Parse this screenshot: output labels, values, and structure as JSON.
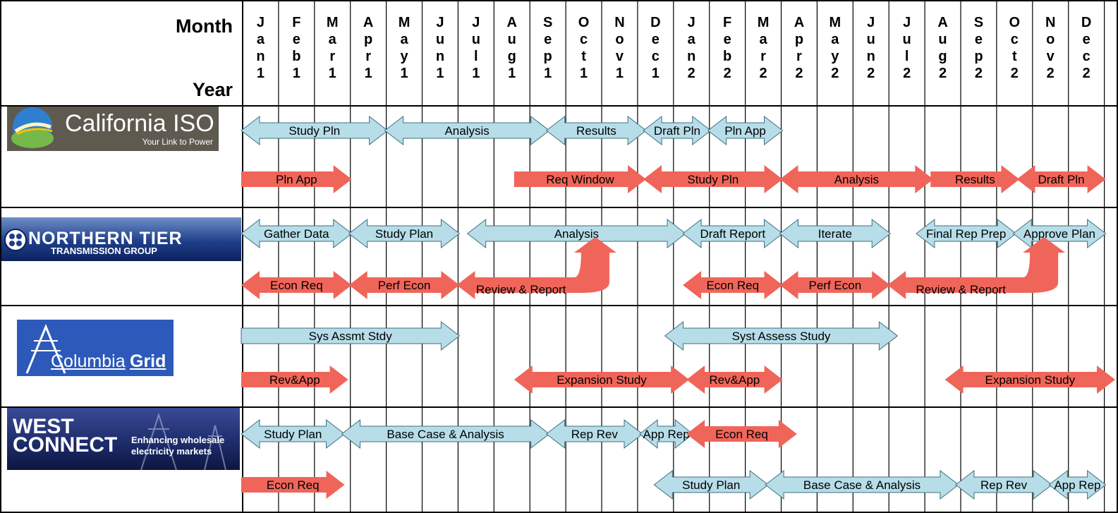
{
  "header": {
    "month_label": "Month",
    "year_label": "Year",
    "months": [
      {
        "letters": [
          "J",
          "a",
          "n"
        ],
        "year": "1"
      },
      {
        "letters": [
          "F",
          "e",
          "b"
        ],
        "year": "1"
      },
      {
        "letters": [
          "M",
          "a",
          "r"
        ],
        "year": "1"
      },
      {
        "letters": [
          "A",
          "p",
          "r"
        ],
        "year": "1"
      },
      {
        "letters": [
          "M",
          "a",
          "y"
        ],
        "year": "1"
      },
      {
        "letters": [
          "J",
          "u",
          "n"
        ],
        "year": "1"
      },
      {
        "letters": [
          "J",
          "u",
          "l"
        ],
        "year": "1"
      },
      {
        "letters": [
          "A",
          "u",
          "g"
        ],
        "year": "1"
      },
      {
        "letters": [
          "S",
          "e",
          "p"
        ],
        "year": "1"
      },
      {
        "letters": [
          "O",
          "c",
          "t"
        ],
        "year": "1"
      },
      {
        "letters": [
          "N",
          "o",
          "v"
        ],
        "year": "1"
      },
      {
        "letters": [
          "D",
          "e",
          "c"
        ],
        "year": "1"
      },
      {
        "letters": [
          "J",
          "a",
          "n"
        ],
        "year": "2"
      },
      {
        "letters": [
          "F",
          "e",
          "b"
        ],
        "year": "2"
      },
      {
        "letters": [
          "M",
          "a",
          "r"
        ],
        "year": "2"
      },
      {
        "letters": [
          "A",
          "p",
          "r"
        ],
        "year": "2"
      },
      {
        "letters": [
          "M",
          "a",
          "y"
        ],
        "year": "2"
      },
      {
        "letters": [
          "J",
          "u",
          "n"
        ],
        "year": "2"
      },
      {
        "letters": [
          "J",
          "u",
          "l"
        ],
        "year": "2"
      },
      {
        "letters": [
          "A",
          "u",
          "g"
        ],
        "year": "2"
      },
      {
        "letters": [
          "S",
          "e",
          "p"
        ],
        "year": "2"
      },
      {
        "letters": [
          "O",
          "c",
          "t"
        ],
        "year": "2"
      },
      {
        "letters": [
          "N",
          "o",
          "v"
        ],
        "year": "2"
      },
      {
        "letters": [
          "D",
          "e",
          "c"
        ],
        "year": "2"
      }
    ]
  },
  "colors": {
    "blue_arrow": "#b7dde8",
    "red_arrow": "#f0655a",
    "grid": "#000000",
    "caiso_bg": "#5e5a50",
    "nt_bg": "#1f3f8a",
    "cg_bg": "#2c59ba",
    "wc_bg": "#1c2a68"
  },
  "organizations": [
    {
      "name": "California ISO",
      "logo": {
        "lines": [
          "California ISO",
          "Your Link to Power"
        ],
        "icon": "sun-horizon-icon"
      },
      "rows": [
        [
          {
            "label": "Study Pln",
            "color": "blue",
            "dir": "both",
            "start": 0,
            "end": 4
          },
          {
            "label": "Analysis",
            "color": "blue",
            "dir": "both",
            "start": 4,
            "end": 8.5
          },
          {
            "label": "Results",
            "color": "blue",
            "dir": "both",
            "start": 8.5,
            "end": 11.2
          },
          {
            "label": "Draft Pln",
            "color": "blue",
            "dir": "both",
            "start": 11.2,
            "end": 13
          },
          {
            "label": "Pln App",
            "color": "blue",
            "dir": "both",
            "start": 13,
            "end": 15
          }
        ],
        [
          {
            "label": "Pln App",
            "color": "red",
            "dir": "right",
            "start": 0,
            "end": 3
          },
          {
            "label": "Req Window",
            "color": "red",
            "dir": "right",
            "start": 7.6,
            "end": 11.2
          },
          {
            "label": "Study Pln",
            "color": "red",
            "dir": "both",
            "start": 11.2,
            "end": 15
          },
          {
            "label": "Analysis",
            "color": "red",
            "dir": "both",
            "start": 15,
            "end": 19.2
          },
          {
            "label": "Results",
            "color": "red",
            "dir": "right",
            "start": 19.2,
            "end": 21.6
          },
          {
            "label": "Draft Pln",
            "color": "red",
            "dir": "both",
            "start": 21.6,
            "end": 24
          }
        ]
      ]
    },
    {
      "name": "Northern Tier Transmission Group",
      "logo": {
        "lines": [
          "NORTHERN TIER",
          "TRANSMISSION GROUP"
        ],
        "icon": "globe-emblem-icon"
      },
      "rows": [
        [
          {
            "label": "Gather Data",
            "color": "blue",
            "dir": "both",
            "start": 0,
            "end": 3
          },
          {
            "label": "Study Plan",
            "color": "blue",
            "dir": "both",
            "start": 3,
            "end": 6
          },
          {
            "label": "Analysis",
            "color": "blue",
            "dir": "both",
            "start": 6.3,
            "end": 12.3
          },
          {
            "label": "Draft Report",
            "color": "blue",
            "dir": "both",
            "start": 12.3,
            "end": 15
          },
          {
            "label": "Iterate",
            "color": "blue",
            "dir": "both",
            "start": 15,
            "end": 18
          },
          {
            "label": "Final Rep Prep",
            "color": "blue",
            "dir": "both",
            "start": 18.8,
            "end": 21.5
          },
          {
            "label": "Approve Plan",
            "color": "blue",
            "dir": "both",
            "start": 21.5,
            "end": 24
          }
        ],
        [
          {
            "label": "Econ Req",
            "color": "red",
            "dir": "both",
            "start": 0,
            "end": 3
          },
          {
            "label": "Perf Econ",
            "color": "red",
            "dir": "both",
            "start": 3,
            "end": 6
          },
          {
            "label": "Review & Report",
            "color": "red",
            "dir": "uturn",
            "start": 6,
            "end": 9.9
          },
          {
            "label": "Econ Req",
            "color": "red",
            "dir": "both",
            "start": 12.3,
            "end": 15
          },
          {
            "label": "Perf Econ",
            "color": "red",
            "dir": "both",
            "start": 15,
            "end": 18
          },
          {
            "label": "Review & Report",
            "color": "red",
            "dir": "uturn",
            "start": 18,
            "end": 22.4
          }
        ]
      ]
    },
    {
      "name": "ColumbiaGrid",
      "logo": {
        "lines": [
          "Columbia",
          "Grid"
        ],
        "icon": "transmission-tower-icon"
      },
      "rows": [
        [
          {
            "label": "Sys Assmt Stdy",
            "color": "blue",
            "dir": "right",
            "start": 0,
            "end": 6
          },
          {
            "label": "Syst Assess Study",
            "color": "blue",
            "dir": "both",
            "start": 11.8,
            "end": 18.2
          }
        ],
        [
          {
            "label": "Rev&App",
            "color": "red",
            "dir": "right",
            "start": 0,
            "end": 2.9
          },
          {
            "label": "Expansion Study",
            "color": "red",
            "dir": "both",
            "start": 7.6,
            "end": 12.4
          },
          {
            "label": "Rev&App",
            "color": "red",
            "dir": "both",
            "start": 12.4,
            "end": 15
          },
          {
            "label": "Expansion Study",
            "color": "red",
            "dir": "both",
            "start": 19.6,
            "end": 24.4
          }
        ]
      ]
    },
    {
      "name": "WestConnect",
      "logo": {
        "lines": [
          "WEST",
          "CONNECT",
          "Enhancing wholesale",
          "electricity markets"
        ],
        "icon": "power-lines-icon"
      },
      "rows": [
        [
          {
            "label": "Study Plan",
            "color": "blue",
            "dir": "both",
            "start": 0,
            "end": 2.8
          },
          {
            "label": "Base Case & Analysis",
            "color": "blue",
            "dir": "both",
            "start": 2.8,
            "end": 8.5
          },
          {
            "label": "Rep Rev",
            "color": "blue",
            "dir": "both",
            "start": 8.5,
            "end": 11.1
          },
          {
            "label": "App Rep",
            "color": "blue",
            "dir": "both",
            "start": 11.1,
            "end": 12.5
          },
          {
            "label": "Econ Req",
            "color": "red",
            "dir": "both",
            "start": 12.4,
            "end": 15.4
          }
        ],
        [
          {
            "label": "Econ Req",
            "color": "red",
            "dir": "right",
            "start": 0,
            "end": 2.8
          },
          {
            "label": "Study Plan",
            "color": "blue",
            "dir": "both",
            "start": 11.5,
            "end": 14.6
          },
          {
            "label": "Base Case & Analysis",
            "color": "blue",
            "dir": "both",
            "start": 14.6,
            "end": 19.9
          },
          {
            "label": "Rep Rev",
            "color": "blue",
            "dir": "both",
            "start": 19.9,
            "end": 22.5
          },
          {
            "label": "App Rep",
            "color": "blue",
            "dir": "both",
            "start": 22.5,
            "end": 24
          }
        ]
      ]
    }
  ]
}
